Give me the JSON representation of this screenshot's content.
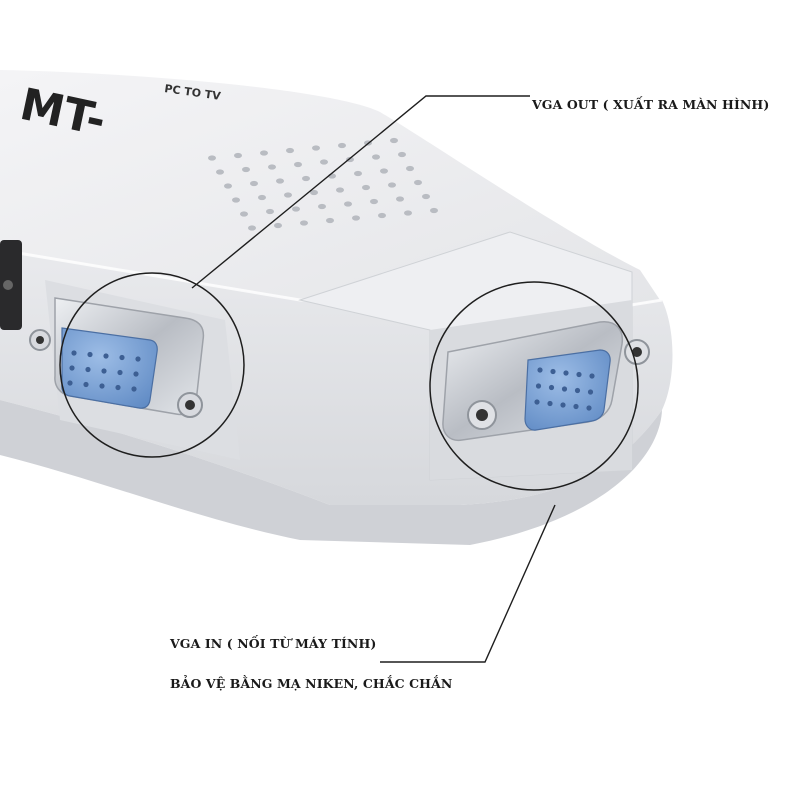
{
  "device": {
    "brand_text": "MT-",
    "model_text": "PC TO TV"
  },
  "callouts": {
    "vga_out": "VGA OUT ( XUẤT RA MÀN HÌNH)",
    "vga_in": "VGA IN ( NỐI TỪ MÁY TÍNH)",
    "nickel": "BẢO VỆ BẰNG MẠ NIKEN, CHẮC CHẮN"
  },
  "colors": {
    "body": "#ececee",
    "port_blue": "#7ea6d8",
    "metal": "#c9ccd1"
  }
}
